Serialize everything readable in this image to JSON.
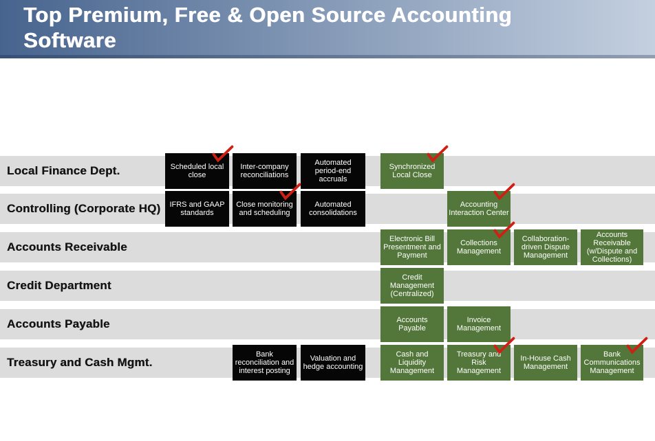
{
  "title": "Top Premium, Free & Open Source Accounting Software",
  "colors": {
    "header_gradient_left": "#47648e",
    "header_gradient_right": "#c4d0e0",
    "title_color": "#ffffff",
    "row_band": "#dcdcdc",
    "black_box": "#060606",
    "green_box": "#53763a",
    "checkmark_red": "#cf2015"
  },
  "matrix": {
    "rows": [
      {
        "label": "Local Finance Dept.",
        "boxes": [
          {
            "label": "Scheduled local close",
            "type": "black",
            "col": 0,
            "checked": true
          },
          {
            "label": "Inter-company reconciliations",
            "type": "black",
            "col": 1,
            "checked": false
          },
          {
            "label": "Automated period-end accruals",
            "type": "black",
            "col": 2,
            "checked": false
          },
          {
            "label": "Synchronized Local Close",
            "type": "green",
            "col": 3,
            "checked": true
          }
        ]
      },
      {
        "label": "Controlling (Corporate HQ)",
        "boxes": [
          {
            "label": "IFRS and GAAP standards",
            "type": "black",
            "col": 0,
            "checked": false
          },
          {
            "label": "Close monitoring and scheduling",
            "type": "black",
            "col": 1,
            "checked": true
          },
          {
            "label": "Automated consolidations",
            "type": "black",
            "col": 2,
            "checked": false
          },
          {
            "label": "Accounting Interaction Center",
            "type": "green",
            "col": 4,
            "checked": true
          }
        ]
      },
      {
        "label": "Accounts Receivable",
        "boxes": [
          {
            "label": "Electronic Bill Presentment and Payment",
            "type": "green",
            "col": 3,
            "checked": false
          },
          {
            "label": "Collections Management",
            "type": "green",
            "col": 4,
            "checked": true
          },
          {
            "label": "Collaboration-driven Dispute Management",
            "type": "green",
            "col": 5,
            "checked": false
          },
          {
            "label": "Accounts Receivable (w/Dispute and Collections)",
            "type": "green",
            "col": 6,
            "checked": false
          }
        ]
      },
      {
        "label": "Credit Department",
        "boxes": [
          {
            "label": "Credit Management (Centralized)",
            "type": "green",
            "col": 3,
            "checked": false
          }
        ]
      },
      {
        "label": "Accounts Payable",
        "boxes": [
          {
            "label": "Accounts Payable",
            "type": "green",
            "col": 3,
            "checked": false
          },
          {
            "label": "Invoice Management",
            "type": "green",
            "col": 4,
            "checked": false
          }
        ]
      },
      {
        "label": "Treasury and Cash Mgmt.",
        "boxes": [
          {
            "label": "Bank reconciliation and interest posting",
            "type": "black",
            "col": 1,
            "checked": false
          },
          {
            "label": "Valuation and hedge accounting",
            "type": "black",
            "col": 2,
            "checked": false
          },
          {
            "label": "Cash and Liquidity Management",
            "type": "green",
            "col": 3,
            "checked": false
          },
          {
            "label": "Treasury and Risk Management",
            "type": "green",
            "col": 4,
            "checked": true
          },
          {
            "label": "In-House Cash Management",
            "type": "green",
            "col": 5,
            "checked": false
          },
          {
            "label": "Bank Communications Management",
            "type": "green",
            "col": 6,
            "checked": true
          }
        ]
      }
    ]
  }
}
